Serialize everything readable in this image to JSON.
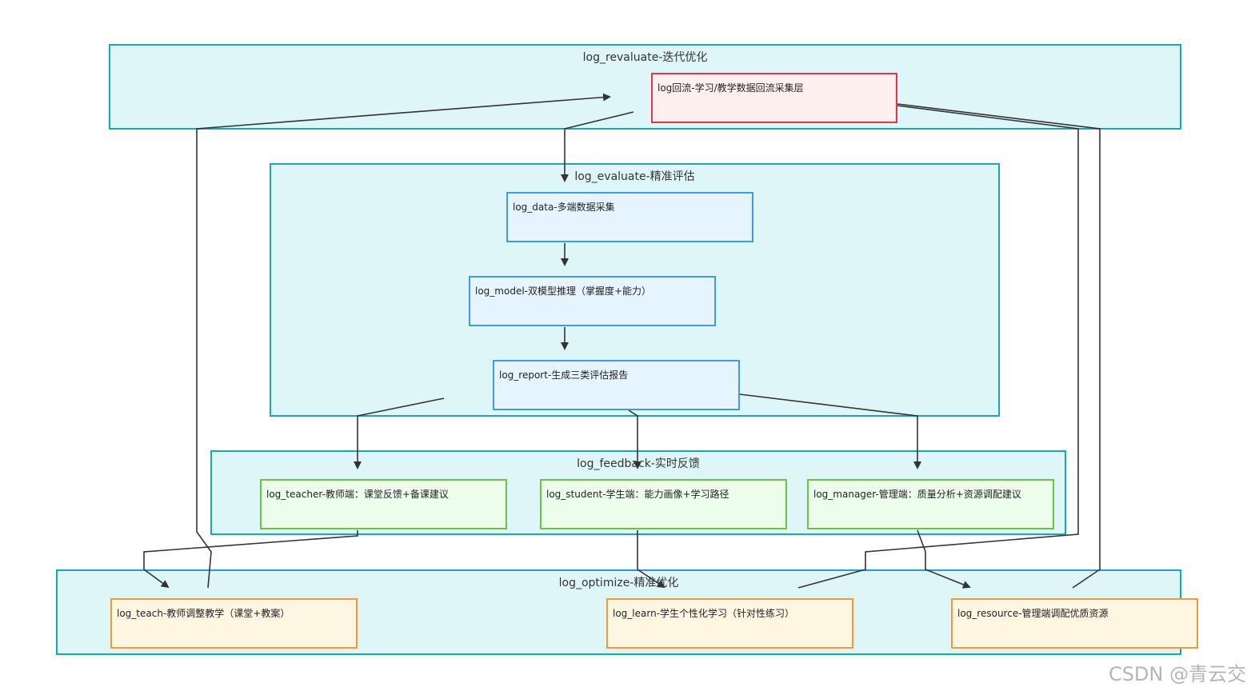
{
  "groups": {
    "revaluate": "log_revaluate-迭代优化",
    "evaluate": "log_evaluate-精准评估",
    "feedback": "log_feedback-实时反馈",
    "optimize": "log_optimize-精准优化"
  },
  "nodes": {
    "backflow": "log回流-学习/教学数据回流采集层",
    "data": "log_data-多端数据采集",
    "model": "log_model-双模型推理（掌握度+能力）",
    "report": "log_report-生成三类评估报告",
    "teacher": "log_teacher-教师端：课堂反馈+备课建议",
    "student": "log_student-学生端：能力画像+学习路径",
    "manager": "log_manager-管理端：质量分析+资源调配建议",
    "teach": "log_teach-教师调整教学（课堂+教案）",
    "learn": "log_learn-学生个性化学习（针对性练习）",
    "resource": "log_resource-管理端调配优质资源"
  },
  "colors": {
    "group_fill": "#def6f8",
    "group_border": "#1aa6b7",
    "red_border": "#e8324a",
    "blue_border": "#3f9ae8",
    "green_border": "#6cc246",
    "orange_border": "#f19a3c",
    "edge": "#333333"
  },
  "watermark": "CSDN @青云交"
}
